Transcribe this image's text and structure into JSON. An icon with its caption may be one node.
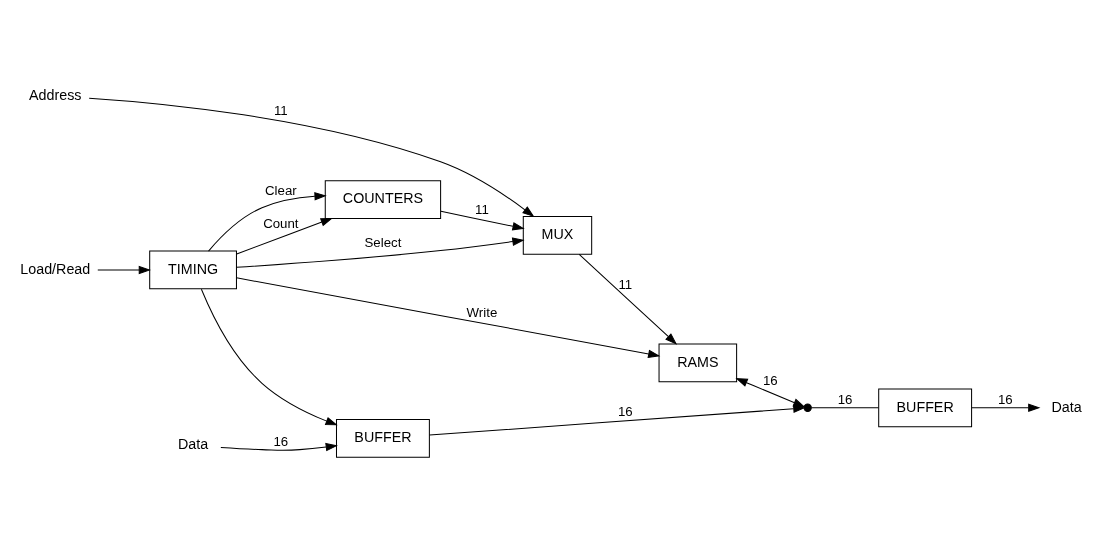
{
  "diagram": {
    "nodes": [
      {
        "text": [
          "Address"
        ]
      },
      {
        "text": [
          "MUX"
        ]
      },
      {
        "text": [
          "RAMS"
        ]
      },
      {
        "text": [],
        "shape": "circle"
      },
      {
        "text": [
          "BUFFER"
        ]
      },
      {
        "text": [
          "Data"
        ]
      },
      {
        "text": [
          "COUNTERS"
        ]
      },
      {
        "text": [
          "TIMING"
        ]
      },
      {
        "text": [
          "BUFFER"
        ]
      },
      {
        "text": [
          "Load/Read"
        ]
      },
      {
        "text": [
          "Data"
        ]
      }
    ],
    "edges": [
      {
        "from": 0,
        "to": 1,
        "arrow": "to",
        "label": "11"
      },
      {
        "from": 6,
        "to": 1,
        "arrow": "to",
        "label": "11"
      },
      {
        "from": 1,
        "to": 2,
        "arrow": "to",
        "label": "11"
      },
      {
        "from": 2,
        "to": 3,
        "arrow": "both",
        "label": "16"
      },
      {
        "from": 3,
        "to": 4,
        "arrow": "none",
        "label": "16"
      },
      {
        "from": 4,
        "to": 5,
        "arrow": "to",
        "label": "16"
      },
      {
        "from": 8,
        "to": 3,
        "arrow": "to",
        "label": "16"
      },
      {
        "from": 7,
        "to": 1,
        "arrow": "to",
        "label": "Select"
      },
      {
        "from": 7,
        "to": 2,
        "arrow": "to",
        "label": "Write"
      },
      {
        "from": 7,
        "to": 6,
        "arrow": "to",
        "label": "Count"
      },
      {
        "from": 7,
        "to": 6,
        "arrow": "to",
        "label": "Clear"
      },
      {
        "from": 7,
        "to": 8,
        "arrow": "to"
      },
      {
        "from": 9,
        "to": 7,
        "arrow": "to"
      },
      {
        "from": 10,
        "to": 8,
        "arrow": "to",
        "label": "16"
      }
    ]
  }
}
